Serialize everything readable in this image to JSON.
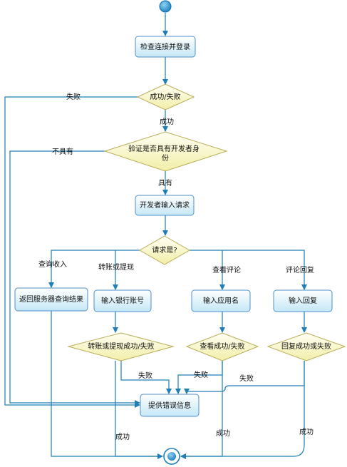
{
  "diagram": {
    "nodes": {
      "check_connect": "检查连接并登录",
      "success_fail_1": "成功/失败",
      "verify_dev": "验证是否具有开发者身份",
      "dev_input": "开发者输入请求",
      "request_is": "请求是?",
      "return_query": "返回服务器查询结果",
      "input_bank": "输入银行账号",
      "transfer_result": "转账或提现成功/失败",
      "input_app": "输入应用名",
      "view_result": "查看成功/失败",
      "input_reply": "输入回复",
      "reply_result": "回复成功或失败",
      "error_info": "提供错误信息"
    },
    "edge_labels": {
      "fail_1": "失败",
      "success_1": "成功",
      "not_have": "不具有",
      "have": "具有",
      "query_income": "查询收入",
      "transfer": "转账或提现",
      "view_comment": "查看评论",
      "comment_reply": "评论回复",
      "fail_transfer": "失败",
      "fail_view": "失败",
      "fail_reply": "失败",
      "success_transfer": "成功",
      "success_view": "成功",
      "success_reply": "成功"
    }
  }
}
